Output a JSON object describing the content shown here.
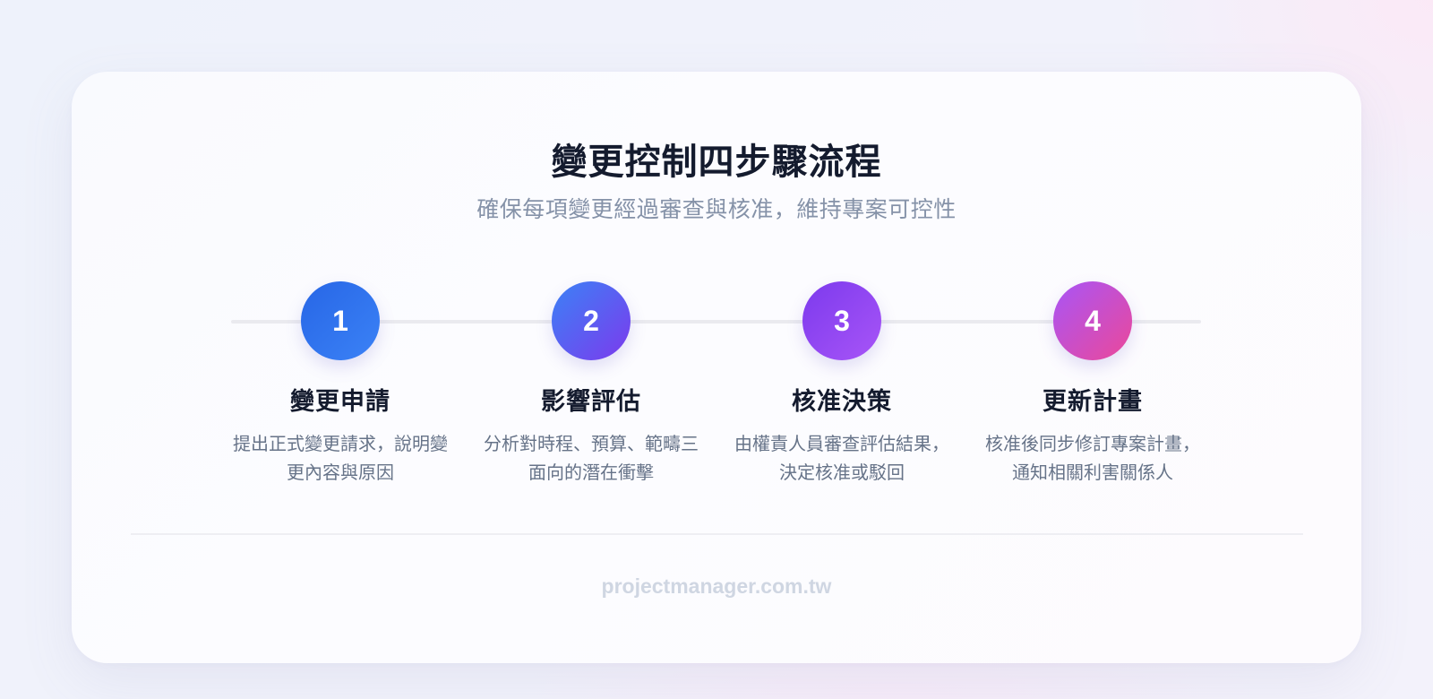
{
  "header": {
    "title": "變更控制四步驟流程",
    "subtitle": "確保每項變更經過審查與核准，維持專案可控性"
  },
  "steps": [
    {
      "number": "1",
      "title": "變更申請",
      "desc_line1": "提出正式變更請求，說明變",
      "desc_line2": "更內容與原因",
      "gradient": [
        "#2766e6",
        "#3b82f6"
      ]
    },
    {
      "number": "2",
      "title": "影響評估",
      "desc_line1": "分析對時程、預算、範疇三",
      "desc_line2": "面向的潛在衝擊",
      "gradient": [
        "#3b82f6",
        "#7c3aed"
      ]
    },
    {
      "number": "3",
      "title": "核准決策",
      "desc_line1": "由權責人員審查評估結果，",
      "desc_line2": "決定核准或駁回",
      "gradient": [
        "#7c3aed",
        "#a855f7"
      ]
    },
    {
      "number": "4",
      "title": "更新計畫",
      "desc_line1": "核准後同步修訂專案計畫，",
      "desc_line2": "通知相關利害關係人",
      "gradient": [
        "#a855f7",
        "#ec4899"
      ]
    }
  ],
  "footer": {
    "text": "projectmanager.com.tw"
  },
  "colors": {
    "title": "#141b2e",
    "subtitle": "#8592a8",
    "description": "#667388",
    "footer": "#cfd6e2",
    "connector": "#eaeaef"
  }
}
